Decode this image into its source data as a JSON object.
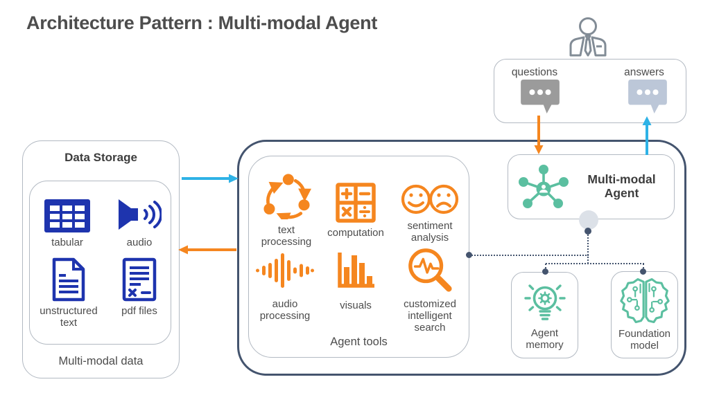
{
  "title": "Architecture Pattern : Multi-modal Agent",
  "colors": {
    "orange": "#F5861F",
    "cyan": "#2EB2E6",
    "blue": "#1E34AE",
    "teal": "#5BBFA0",
    "navy": "#44546E",
    "question_bubble": "#9B9B9B",
    "answer_bubble": "#BCC7D8",
    "border_gray": "#B2B9C2"
  },
  "user_io": {
    "questions_label": "questions",
    "answers_label": "answers",
    "question_bubble_icon": "chat-bubble-icon",
    "answer_bubble_icon": "chat-bubble-icon",
    "user_icon": "user-person-icon"
  },
  "data_storage": {
    "title": "Data Storage",
    "caption": "Multi-modal data",
    "items": [
      {
        "label": "tabular",
        "icon": "table-icon"
      },
      {
        "label": "audio",
        "icon": "speaker-audio-icon"
      },
      {
        "label": "unstructured text",
        "icon": "document-icon"
      },
      {
        "label": "pdf files",
        "icon": "pdf-file-icon"
      }
    ]
  },
  "agent_tools": {
    "caption": "Agent tools",
    "items": [
      {
        "label": "text processing",
        "icon": "cycle-arrows-icon"
      },
      {
        "label": "computation",
        "icon": "calculator-icon"
      },
      {
        "label": "sentiment analysis",
        "icon": "happy-sad-faces-icon"
      },
      {
        "label": "audio processing",
        "icon": "waveform-icon"
      },
      {
        "label": "visuals",
        "icon": "bar-chart-icon"
      },
      {
        "label": "customized intelligent search",
        "icon": "search-pulse-icon"
      }
    ]
  },
  "agent": {
    "label": "Multi-modal Agent",
    "icon": "agent-network-icon"
  },
  "memory": {
    "label": "Agent memory",
    "icon": "lightbulb-gear-icon"
  },
  "foundation": {
    "label": "Foundation model",
    "icon": "brain-circuit-icon"
  }
}
